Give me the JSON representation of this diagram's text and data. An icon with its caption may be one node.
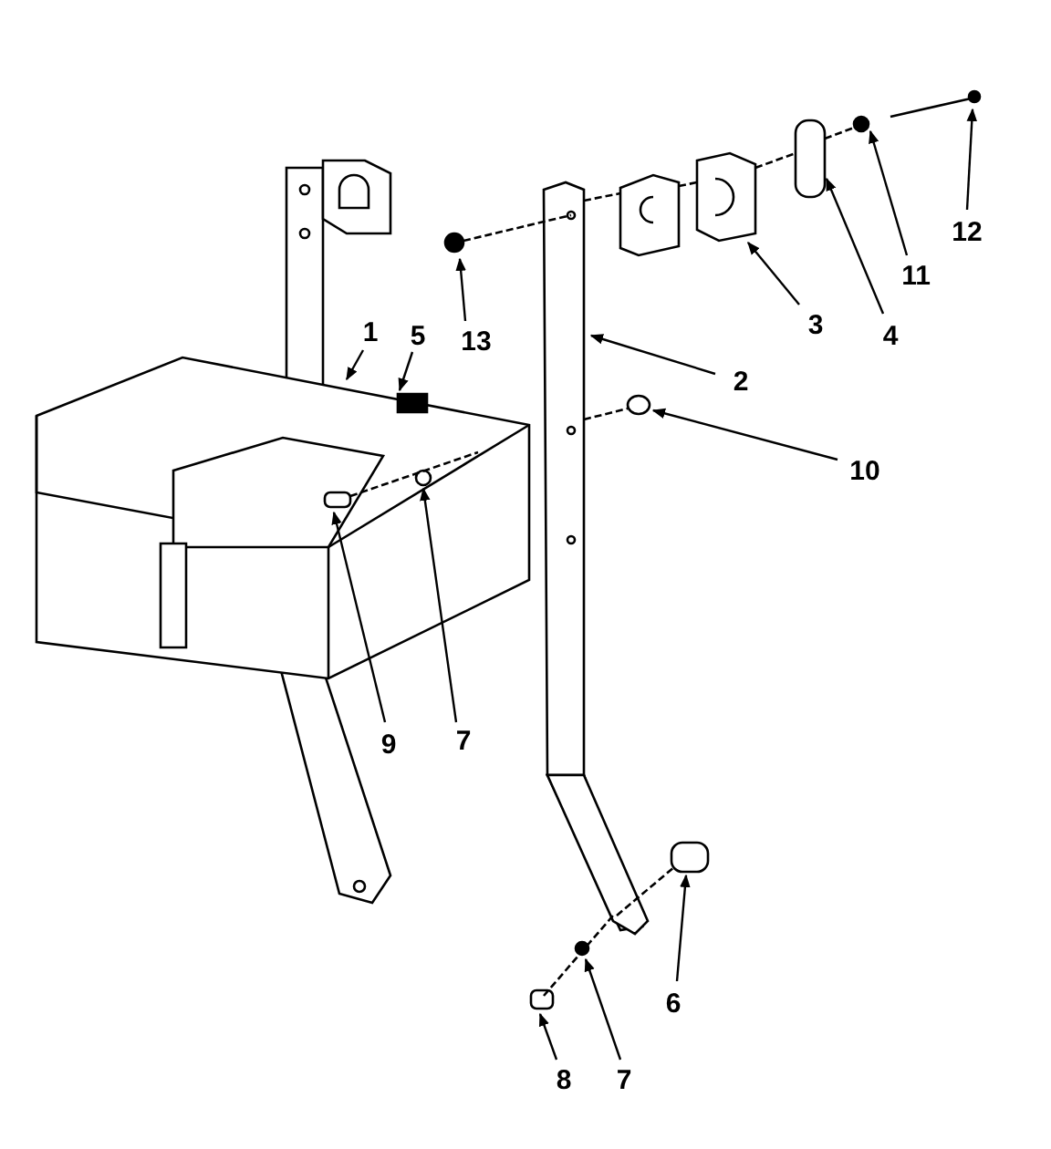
{
  "diagram": {
    "nodes": [
      {
        "text": [
          "12"
        ]
      },
      {
        "text": [
          "11"
        ]
      },
      {
        "text": [
          "3"
        ]
      },
      {
        "text": [
          "4"
        ]
      },
      {
        "text": [
          "1"
        ]
      },
      {
        "text": [
          "5"
        ]
      },
      {
        "text": [
          "13"
        ]
      },
      {
        "text": [
          "2"
        ]
      },
      {
        "text": [
          "10"
        ]
      },
      {
        "text": [
          "9"
        ]
      },
      {
        "text": [
          "7"
        ]
      },
      {
        "text": [
          "6"
        ]
      },
      {
        "text": [
          "8"
        ]
      },
      {
        "text": [
          "7"
        ]
      }
    ],
    "edges": [
      {
        "from": 0,
        "to": null,
        "arrow": "to"
      },
      {
        "from": 1,
        "to": null,
        "arrow": "to"
      },
      {
        "from": 2,
        "to": null,
        "arrow": "to"
      },
      {
        "from": 3,
        "to": null,
        "arrow": "to"
      },
      {
        "from": 4,
        "to": null,
        "arrow": "to"
      },
      {
        "from": 5,
        "to": null,
        "arrow": "to"
      },
      {
        "from": 6,
        "to": null,
        "arrow": "to"
      },
      {
        "from": 7,
        "to": null,
        "arrow": "to"
      },
      {
        "from": 8,
        "to": null,
        "arrow": "to"
      },
      {
        "from": 9,
        "to": null,
        "arrow": "to"
      },
      {
        "from": 10,
        "to": null,
        "arrow": "to"
      },
      {
        "from": 11,
        "to": null,
        "arrow": "to"
      },
      {
        "from": 12,
        "to": null,
        "arrow": "to"
      },
      {
        "from": 13,
        "to": null,
        "arrow": "to"
      }
    ]
  }
}
